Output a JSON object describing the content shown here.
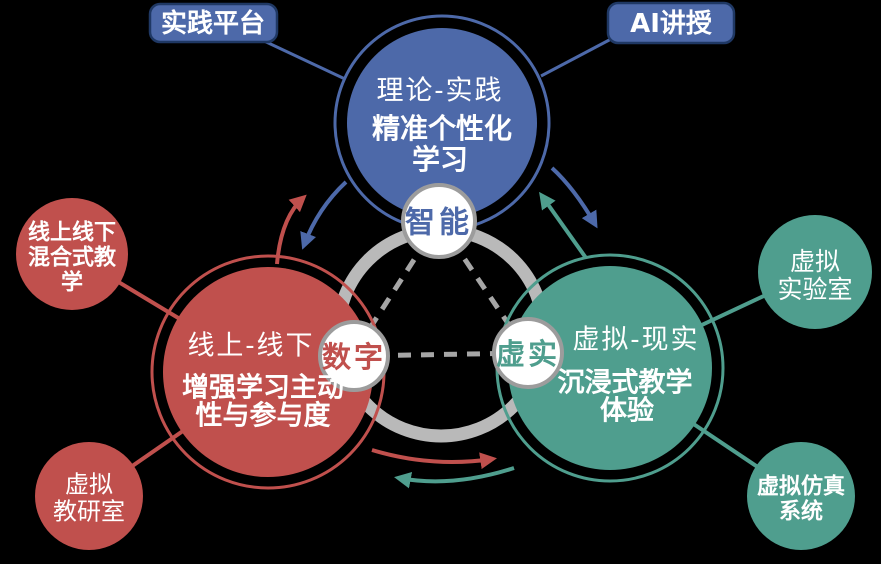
{
  "colors": {
    "bg": "#000000",
    "blue": "#4d69a9",
    "red": "#c0504d",
    "teal": "#4f9e8e",
    "gray-ring": "#b9b9b9",
    "gray-dash": "#a6a6a6",
    "hub-border": "#9c9c9c"
  },
  "callouts": {
    "practice_platform": "实践平台",
    "ai_teaching": "AI讲授"
  },
  "circles": {
    "smart": {
      "hub": "智能",
      "title": "理论-实践",
      "sub1": "精准个性化",
      "sub2": "学习"
    },
    "digital": {
      "hub": "数字",
      "title": "线上-线下",
      "sub1": "增强学习主动",
      "sub2": "性与参与度"
    },
    "virtual": {
      "hub": "虚实",
      "title": "虚拟-现实",
      "sub1": "沉浸式教学",
      "sub2": "体验"
    }
  },
  "satellites": {
    "blended_teaching": {
      "l1": "线上线下",
      "l2": "混合式教",
      "l3": "学"
    },
    "virtual_teaching_office": {
      "l1": "虚拟",
      "l2": "教研室"
    },
    "virtual_lab": {
      "l1": "虚拟",
      "l2": "实验室"
    },
    "virtual_simulation": {
      "l1": "虚拟仿真",
      "l2": "系统"
    }
  }
}
